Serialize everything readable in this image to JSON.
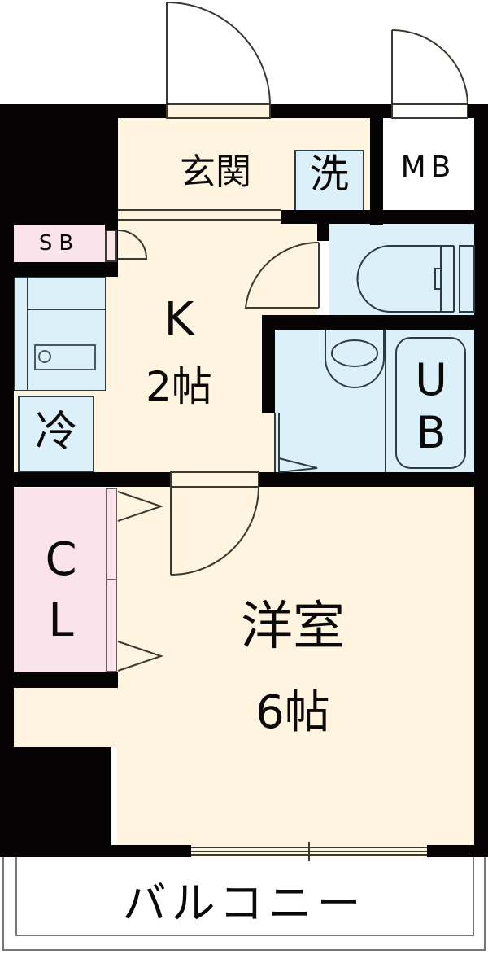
{
  "floor_plan": {
    "layout": "1K",
    "rooms": [
      {
        "id": "genkan",
        "label": "玄関"
      },
      {
        "id": "washer",
        "label": "洗"
      },
      {
        "id": "mb",
        "label": "MB"
      },
      {
        "id": "sb",
        "label": "SB"
      },
      {
        "id": "kitchen",
        "label": "K",
        "size": "2帖"
      },
      {
        "id": "fridge",
        "label": "冷"
      },
      {
        "id": "unit_bath",
        "label": "UB"
      },
      {
        "id": "closet",
        "label": "CL"
      },
      {
        "id": "western_room",
        "label": "洋室",
        "size": "6帖"
      },
      {
        "id": "balcony",
        "label": "バルコニー"
      }
    ],
    "colors": {
      "wall": "#050303",
      "floor_cream": "#fef4e0",
      "wet_blue": "#dcf0f9",
      "storage_pink": "#fbe3ec"
    }
  }
}
